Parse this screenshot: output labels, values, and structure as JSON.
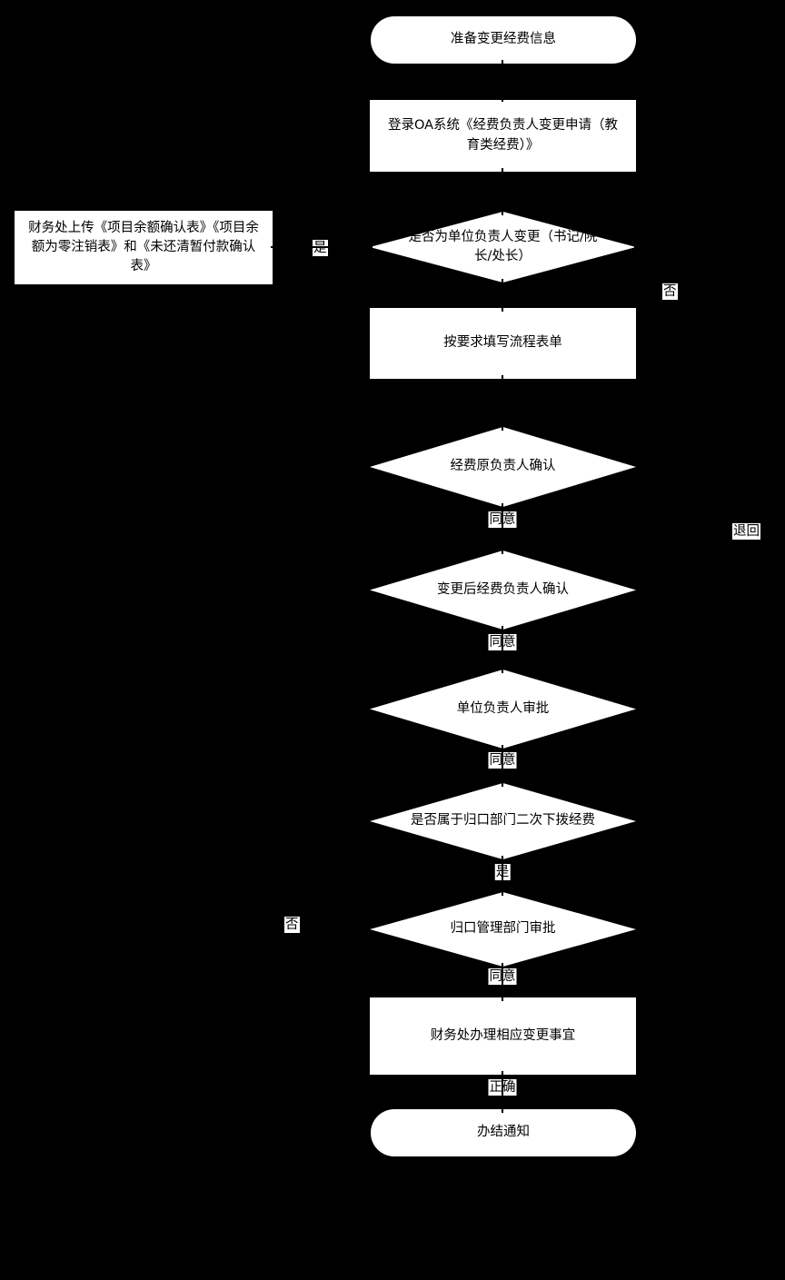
{
  "colors": {
    "background": "#000000",
    "node_fill": "#ffffff",
    "node_text": "#000000"
  },
  "flowchart": {
    "nodes": [
      {
        "type": "terminator",
        "label": "准备变更经费信息"
      },
      {
        "type": "process",
        "label": "登录OA系统《经费负责人变更申请（教育类经费）》"
      },
      {
        "type": "decision",
        "label": "是否为单位负责人变更（书记/院长/处长）"
      },
      {
        "type": "process",
        "label": "财务处上传《项目余额确认表》《项目余额为零注销表》和《未还清暂付款确认表》"
      },
      {
        "type": "process",
        "label": "按要求填写流程表单"
      },
      {
        "type": "decision",
        "label": "经费原负责人确认"
      },
      {
        "type": "decision",
        "label": "变更后经费负责人确认"
      },
      {
        "type": "decision",
        "label": "单位负责人审批"
      },
      {
        "type": "decision",
        "label": "是否属于归口部门二次下拨经费"
      },
      {
        "type": "decision",
        "label": "归口管理部门审批"
      },
      {
        "type": "process",
        "label": "财务处办理相应变更事宜"
      },
      {
        "type": "terminator",
        "label": "办结通知"
      }
    ],
    "edge_labels": {
      "yes_to_upload": "是",
      "no_branch": "否",
      "agree_original_owner": "同意",
      "return_branch": "退回",
      "agree_new_owner": "同意",
      "agree_unit_leader": "同意",
      "yes_secondary_allocation": "是",
      "no_secondary_allocation": "否",
      "agree_dept": "同意",
      "correct": "正确"
    }
  }
}
